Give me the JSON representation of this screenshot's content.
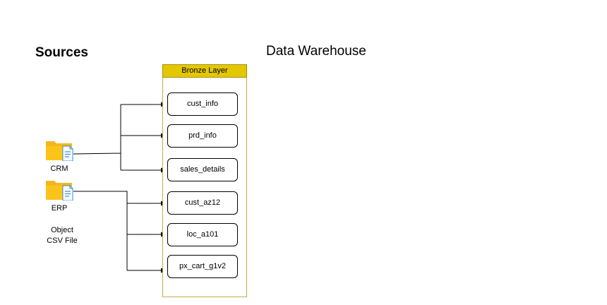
{
  "diagram": {
    "sources_title": "Sources",
    "warehouse_title": "Data Warehouse",
    "layer": {
      "title": "Bronze Layer",
      "fill_color": "#e3c800"
    },
    "sources": [
      {
        "label": "CRM",
        "icon": "folder-document-icon"
      },
      {
        "label": "ERP",
        "icon": "folder-document-icon"
      }
    ],
    "legend": {
      "line1": "Object",
      "line2": "CSV File"
    },
    "tables": [
      {
        "label": "cust_info",
        "source": "CRM"
      },
      {
        "label": "prd_info",
        "source": "CRM"
      },
      {
        "label": "sales_details",
        "source": "CRM"
      },
      {
        "label": "cust_az12",
        "source": "ERP"
      },
      {
        "label": "loc_a101",
        "source": "ERP"
      },
      {
        "label": "px_cart_g1v2",
        "source": "ERP"
      }
    ]
  }
}
